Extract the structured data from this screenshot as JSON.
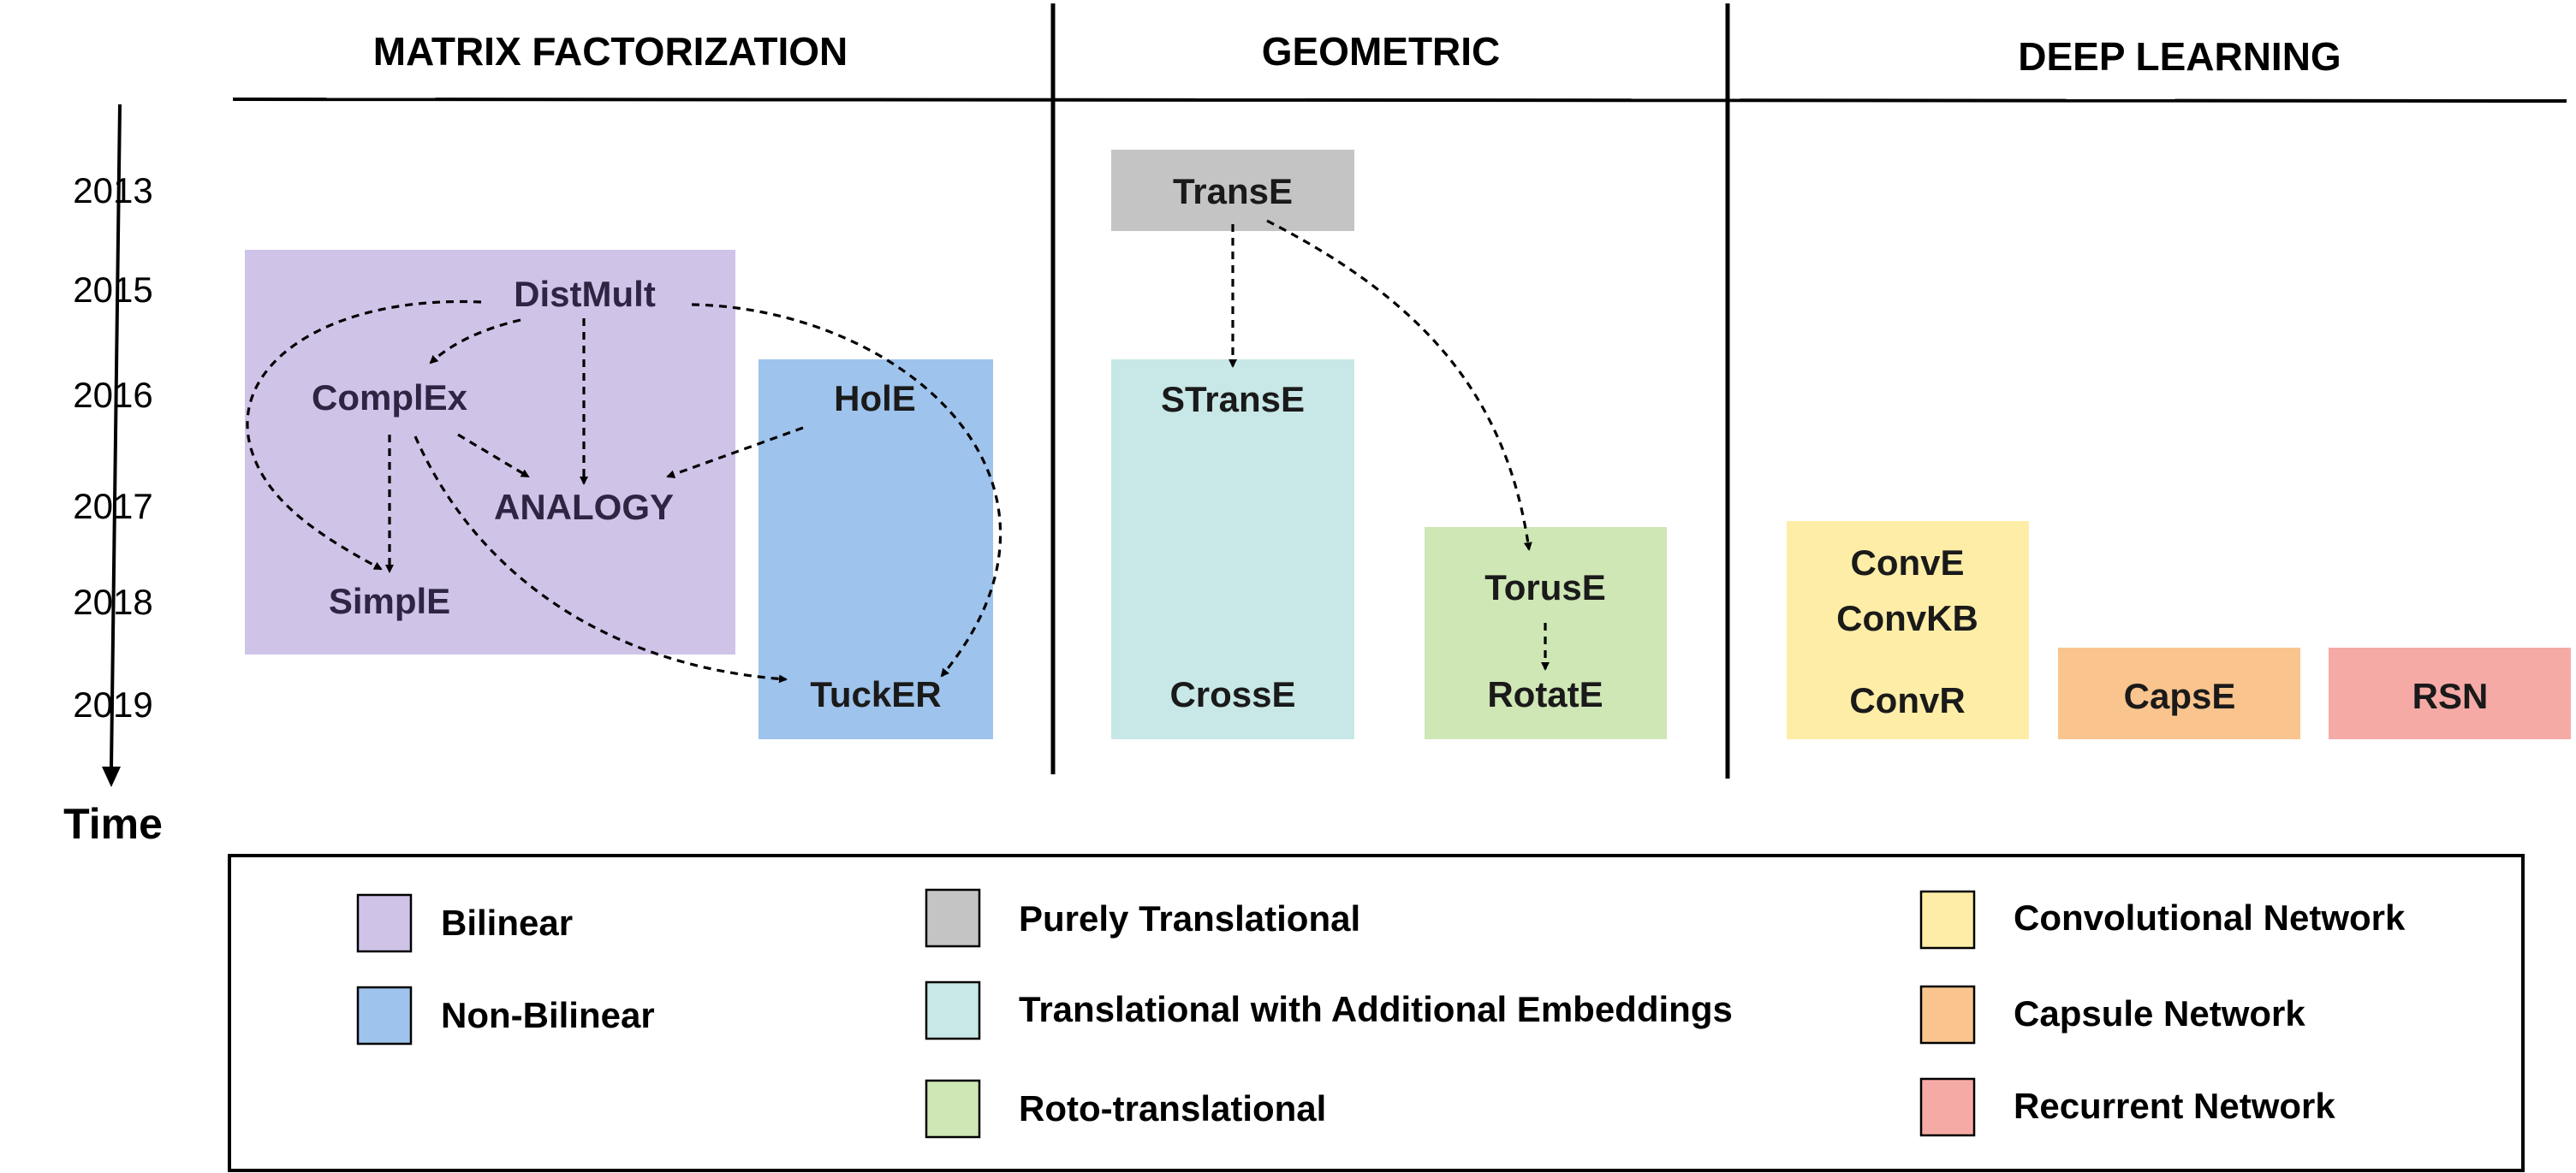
{
  "sections": {
    "matrix_factorization": "MATRIX FACTORIZATION",
    "geometric": "GEOMETRIC",
    "deep_learning": "DEEP LEARNING"
  },
  "timeline": {
    "years": [
      "2013",
      "2015",
      "2016",
      "2017",
      "2018",
      "2019"
    ],
    "axis_label": "Time"
  },
  "models": {
    "distmult": "DistMult",
    "complex": "ComplEx",
    "analogy": "ANALOGY",
    "simple": "SimplE",
    "hole": "HolE",
    "tucker": "TuckER",
    "transe": "TransE",
    "stranse": "STransE",
    "crosse": "CrossE",
    "toruse": "TorusE",
    "rotate": "RotatE",
    "conve": "ConvE",
    "convkb": "ConvKB",
    "convr": "ConvR",
    "capse": "CapsE",
    "rsn": "RSN"
  },
  "legend": {
    "bilinear": "Bilinear",
    "non_bilinear": "Non-Bilinear",
    "purely_translational": "Purely Translational",
    "translational_additional": "Translational with Additional Embeddings",
    "roto_translational": "Roto-translational",
    "convolutional": "Convolutional Network",
    "capsule": "Capsule Network",
    "recurrent": "Recurrent Network"
  },
  "colors": {
    "bilinear": "#d0c3e8",
    "non_bilinear": "#9ec3ec",
    "purely_translational": "#c4c4c4",
    "translational_additional": "#c7e8e6",
    "roto_translational": "#cfe6b5",
    "convolutional": "#fdeda6",
    "capsule": "#f9c48e",
    "recurrent": "#f6aaa6"
  }
}
